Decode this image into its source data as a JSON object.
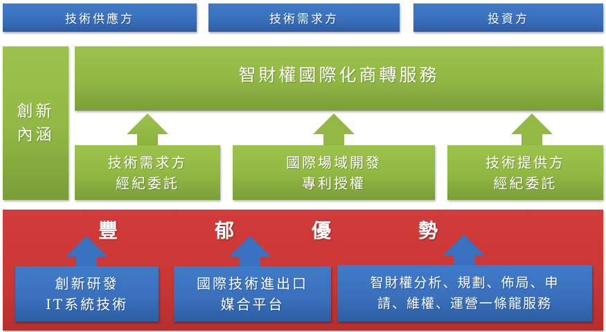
{
  "top_parties": [
    {
      "label": "技術供應方"
    },
    {
      "label": "技術需求方"
    },
    {
      "label": "投資方"
    }
  ],
  "innovation": {
    "side_label_line1": "創新",
    "side_label_line2": "內涵",
    "service_title": "智財權國際化商轉服務",
    "boxes": [
      {
        "line1": "技術需求方",
        "line2": "經紀委託"
      },
      {
        "line1": "國際場域開發",
        "line2": "專利授權"
      },
      {
        "line1": "技術提供方",
        "line2": "經紀委託"
      }
    ]
  },
  "advantages": {
    "title_chars": [
      "豐",
      "郁",
      "優",
      "勢"
    ],
    "boxes": [
      {
        "line1": "創新研發",
        "line2": "IT系統技術"
      },
      {
        "line1": "國際技術進出口",
        "line2": "媒合平台"
      },
      {
        "line1": "智財權分析、規劃、佈局、申",
        "line2": "請、維權、運營一條龍服務"
      }
    ]
  },
  "colors": {
    "blue": "#3a70bd",
    "green": "#93b944",
    "red": "#c93735"
  }
}
